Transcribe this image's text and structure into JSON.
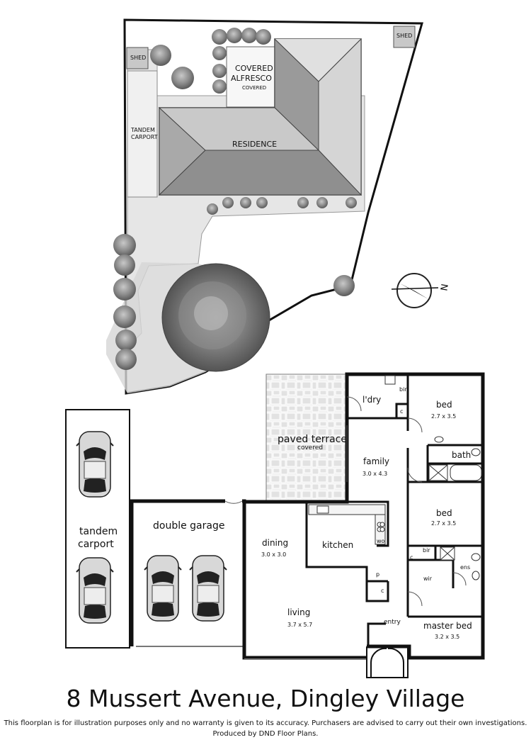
{
  "site_plan": {
    "labels": {
      "shed_left": "SHED",
      "shed_right": "SHED",
      "covered_alfresco_line1": "COVERED",
      "covered_alfresco_line2": "ALFRESCO",
      "covered_alfresco_sub": "COVERED",
      "tandem_carport_line1": "TANDEM",
      "tandem_carport_line2": "CARPORT",
      "residence": "RESIDENCE"
    },
    "compass_label": "N"
  },
  "floor_plan": {
    "rooms": {
      "paved_terrace": {
        "name": "paved terrace",
        "sub": "covered"
      },
      "laundry": {
        "name": "l'dry"
      },
      "bir_top": {
        "name": "bir"
      },
      "bed2": {
        "name": "bed",
        "dims": "2.7 x 3.5"
      },
      "bath": {
        "name": "bath"
      },
      "family": {
        "name": "family",
        "dims": "3.0 x 4.3"
      },
      "bed3": {
        "name": "bed",
        "dims": "2.7 x 3.5"
      },
      "dining": {
        "name": "dining",
        "dims": "3.0 x 3.0"
      },
      "kitchen": {
        "name": "kitchen"
      },
      "wo": {
        "name": "wo"
      },
      "pantry": {
        "name": "p"
      },
      "c_kitchen": {
        "name": "c"
      },
      "c_laundry": {
        "name": "c"
      },
      "c_bir": {
        "name": "c"
      },
      "bir_mid": {
        "name": "bir"
      },
      "ens": {
        "name": "ens"
      },
      "wir": {
        "name": "wir"
      },
      "living": {
        "name": "living",
        "dims": "3.7 x 5.7"
      },
      "entry": {
        "name": "entry"
      },
      "master_bed": {
        "name": "master bed",
        "dims": "3.2 x 3.5"
      },
      "double_garage": {
        "name": "double garage"
      },
      "tandem_carport_line1": {
        "name": "tandem"
      },
      "tandem_carport_line2": {
        "name": "carport"
      }
    }
  },
  "title": "8 Mussert Avenue, Dingley Village",
  "disclaimer_line1": "This floorplan is for illustration purposes only and no warranty is given to its accuracy. Purchasers are advised to carry out their own investigations.",
  "disclaimer_line2": "Produced by DND Floor Plans."
}
